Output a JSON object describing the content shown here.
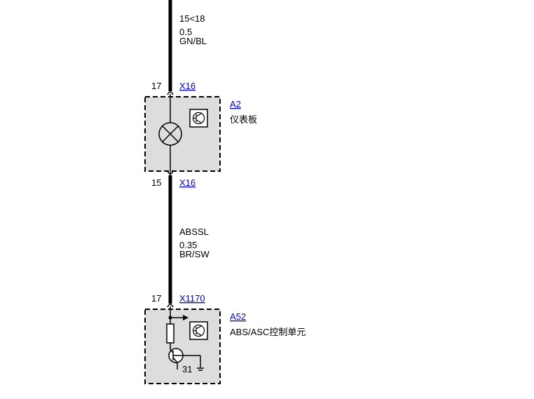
{
  "wire_top": {
    "signal": "15<18",
    "gauge": "0.5",
    "color": "GN/BL"
  },
  "wire_mid": {
    "signal": "ABSSL",
    "gauge": "0.35",
    "color": "BR/SW"
  },
  "connectors": {
    "c1": {
      "pin": "17",
      "id": "X16"
    },
    "c2": {
      "pin": "15",
      "id": "X16"
    },
    "c3": {
      "pin": "17",
      "id": "X1170"
    }
  },
  "components": {
    "a2": {
      "ref": "A2",
      "name": "仪表板"
    },
    "a52": {
      "ref": "A52",
      "name": "ABS/ASC控制单元",
      "ground_pin": "31"
    }
  },
  "colors": {
    "link": "#0000cc",
    "box_fill": "#dddddd",
    "wire": "#000000"
  }
}
